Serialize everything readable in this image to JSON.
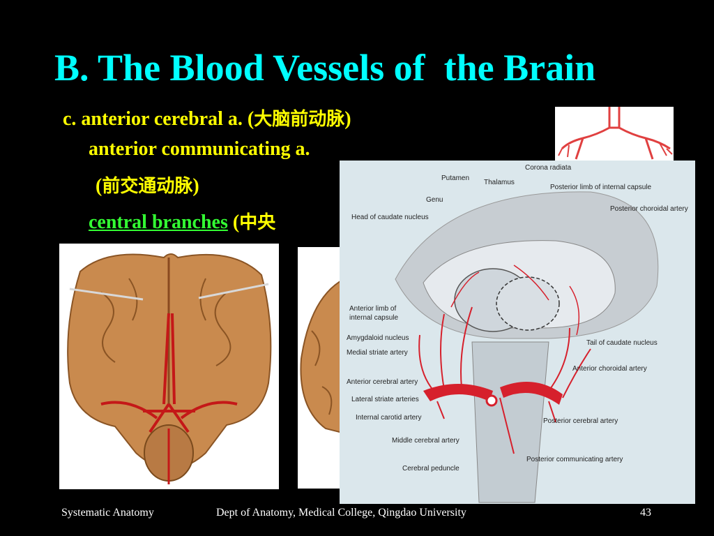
{
  "title": "B. The Blood Vessels of  the Brain",
  "lines": {
    "line1_text": "c. anterior cerebral a. (",
    "line1_cjk": "大脑前动脉",
    "line1_close": ")",
    "line2_text": "anterior communicating a.",
    "line3_open": "(",
    "line3_cjk": "前交通动脉",
    "line3_close": ")",
    "line4_link": "central branches",
    "line4_open": " (",
    "line4_cjk": "中央"
  },
  "diagram_labels": [
    "Corona radiata",
    "Putamen",
    "Thalamus",
    "Posterior limb of internal capsule",
    "Genu",
    "Posterior choroidal artery",
    "Head of caudate nucleus",
    "Anterior limb of internal capsule",
    "Amygdaloid nucleus",
    "Tail of caudate nucleus",
    "Medial striate artery",
    "Anterior choroidal artery",
    "Anterior cerebral artery",
    "Lateral striate arteries",
    "Internal carotid artery",
    "Posterior cerebral artery",
    "Middle cerebral artery",
    "Posterior communicating artery",
    "Cerebral peduncle"
  ],
  "footer": {
    "left": "Systematic Anatomy",
    "center": "Dept of Anatomy, Medical College, Qingdao University",
    "page": "43"
  },
  "colors": {
    "title": "#00FFFF",
    "body_text": "#FFFF00",
    "link": "#33FF33",
    "background": "#000000",
    "artery": "#E0202C"
  }
}
